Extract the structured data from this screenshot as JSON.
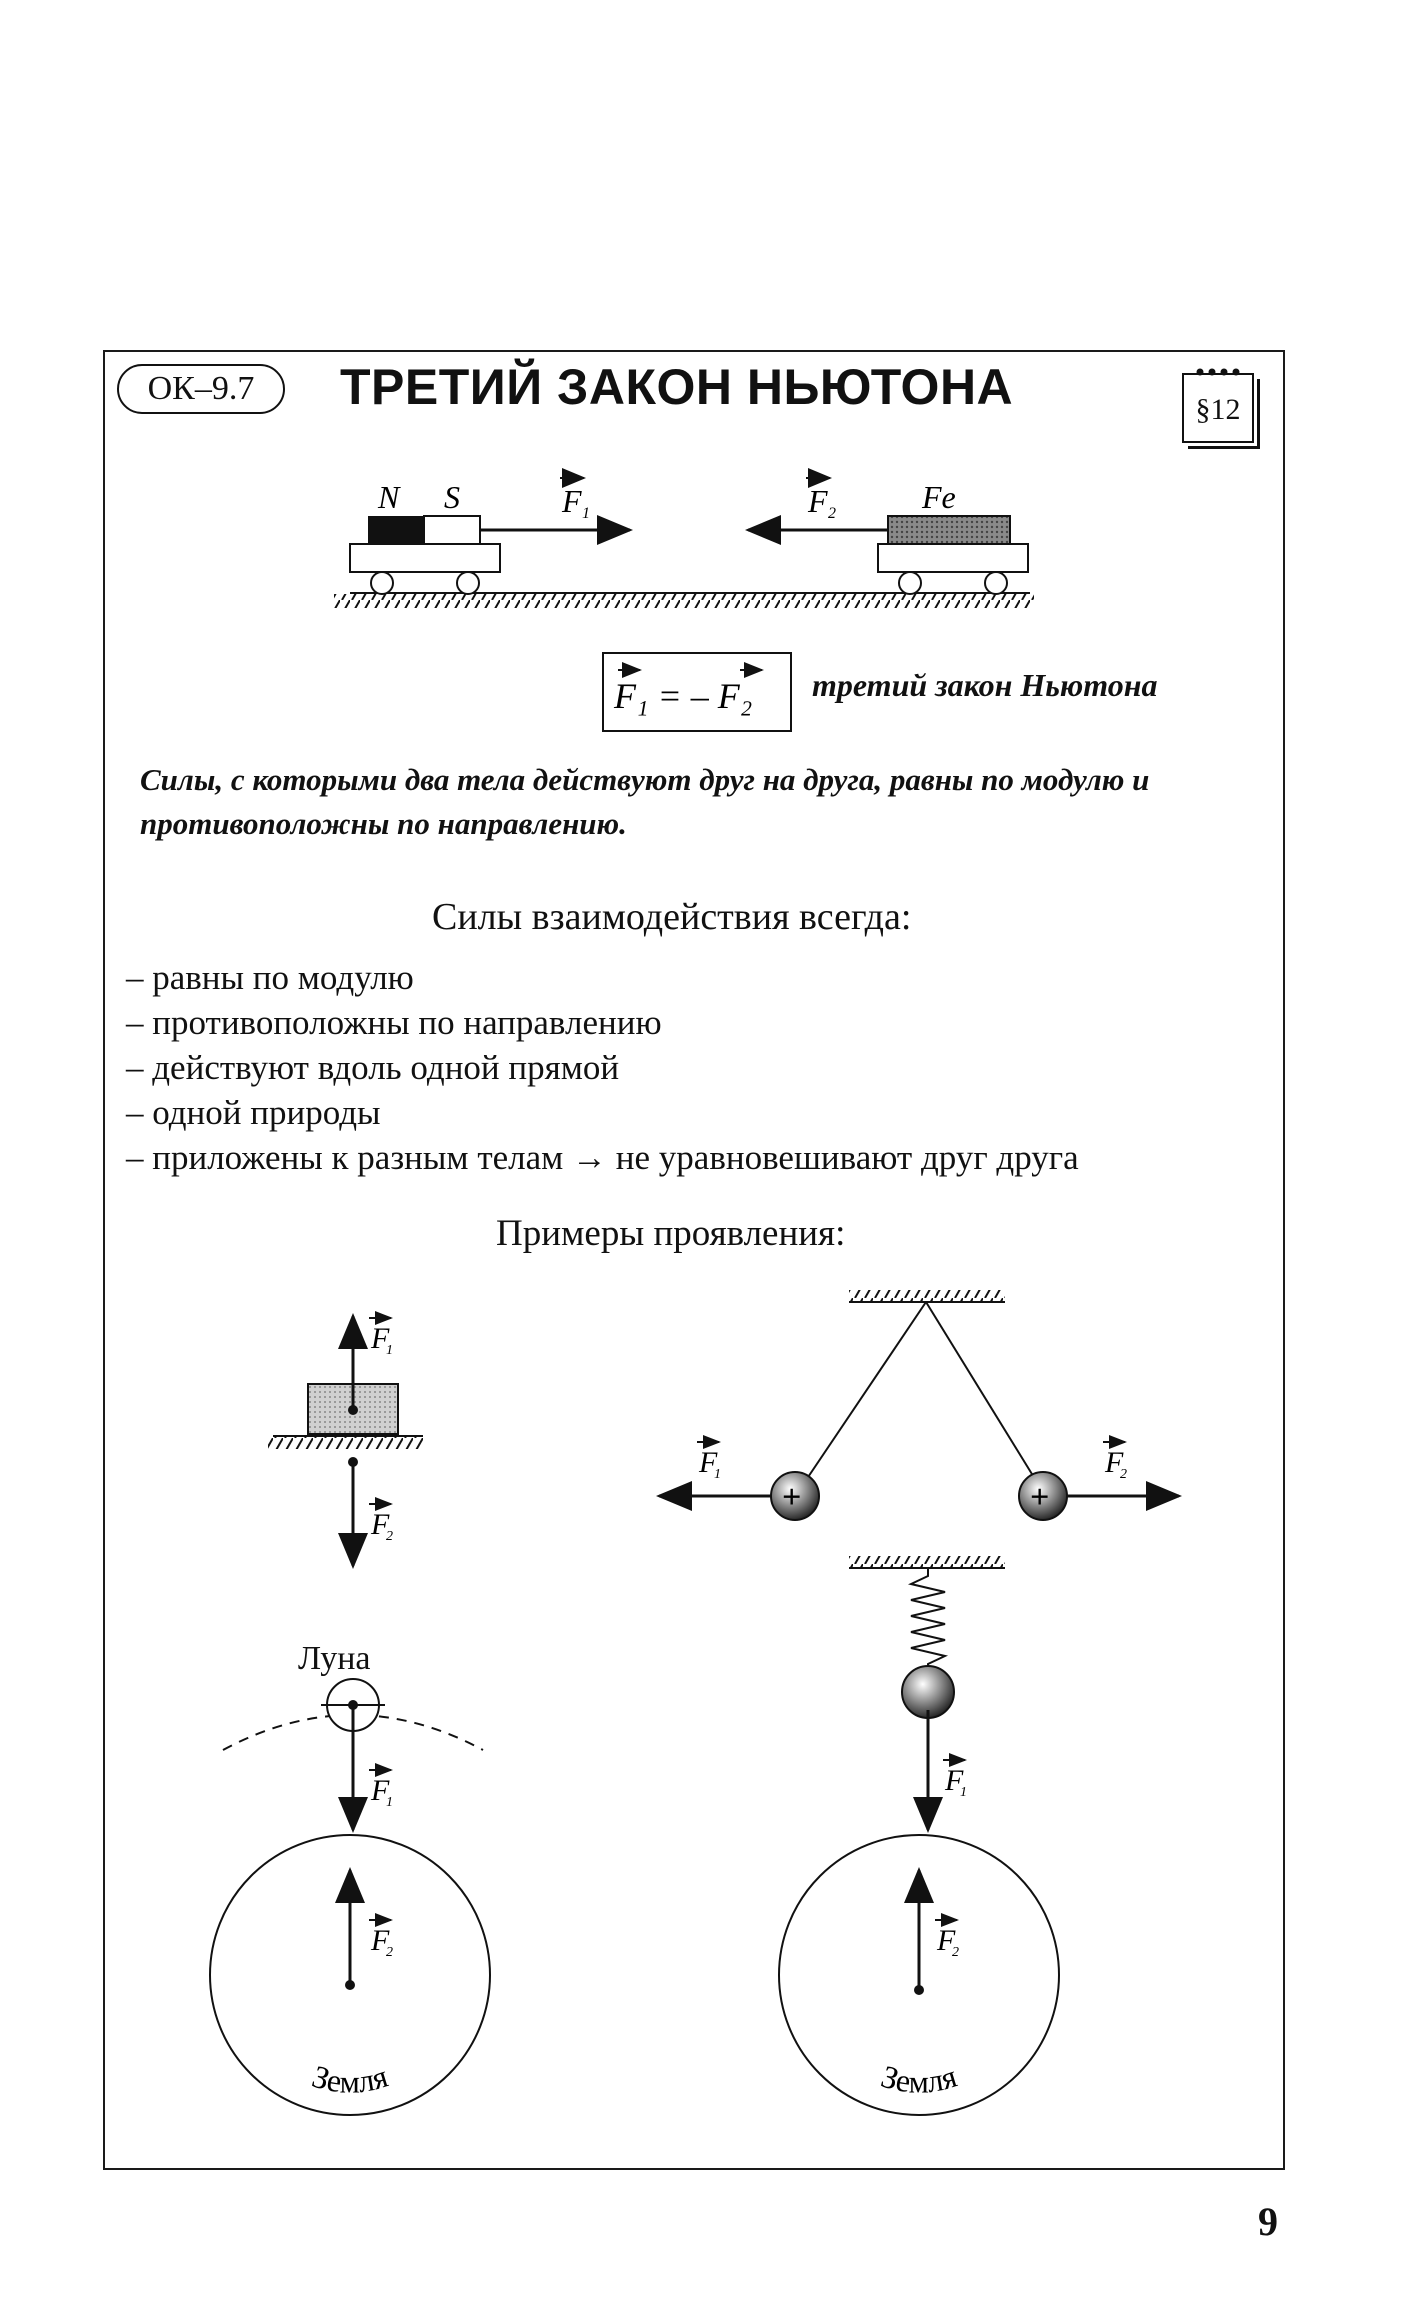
{
  "header": {
    "code": "ОК–9.7",
    "title": "ТРЕТИЙ ЗАКОН НЬЮТОНА",
    "section": "§12"
  },
  "magnet_diagram": {
    "pole_n": "N",
    "pole_s": "S",
    "force_1": "F",
    "force_1_sub": "1",
    "force_2": "F",
    "force_2_sub": "2",
    "iron": "Fe"
  },
  "formula": {
    "expression": "F₁ = – F₂",
    "label": "третий закон Ньютона"
  },
  "statement": "Силы, с которыми два тела действуют друг на друга, равны по модулю и противоположны по направлению.",
  "properties": {
    "heading": "Силы взаимодействия всегда:",
    "items": [
      "– равны по модулю",
      "– противоположны по направлению",
      "– действуют вдоль одной прямой",
      "– одной природы",
      "– приложены к разным телам → не уравновешивают друг друга"
    ]
  },
  "examples": {
    "heading": "Примеры проявления:",
    "moon_label": "Луна",
    "earth_label": "Земля",
    "charge_sign": "+"
  },
  "page_number": "9"
}
